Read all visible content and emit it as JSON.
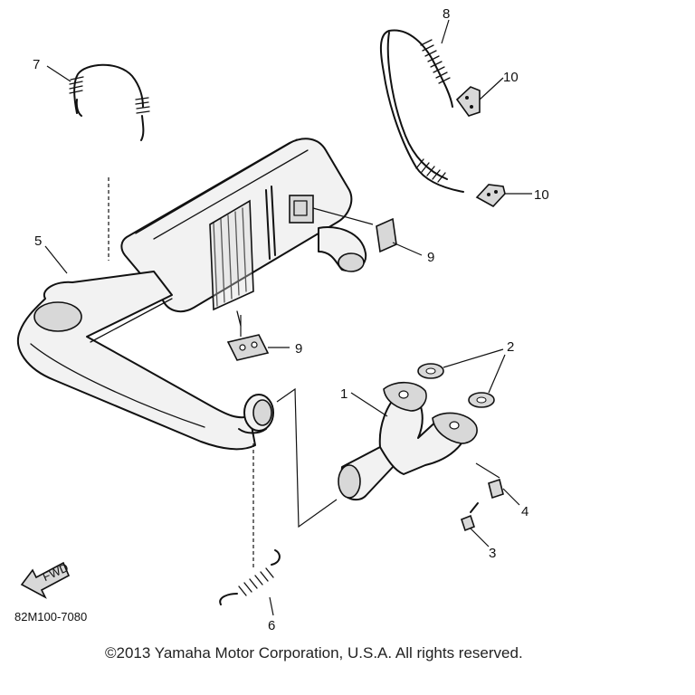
{
  "diagram": {
    "callouts": {
      "c1": "1",
      "c2": "2",
      "c3": "3",
      "c4": "4",
      "c5": "5",
      "c6": "6",
      "c7": "7",
      "c8": "8",
      "c9a": "9",
      "c9b": "9",
      "c10a": "10",
      "c10b": "10"
    },
    "direction_arrow_text": "FWD",
    "diagram_code": "82M100-7080"
  },
  "footer": {
    "copyright": "©2013 Yamaha Motor Corporation, U.S.A. All rights reserved."
  }
}
